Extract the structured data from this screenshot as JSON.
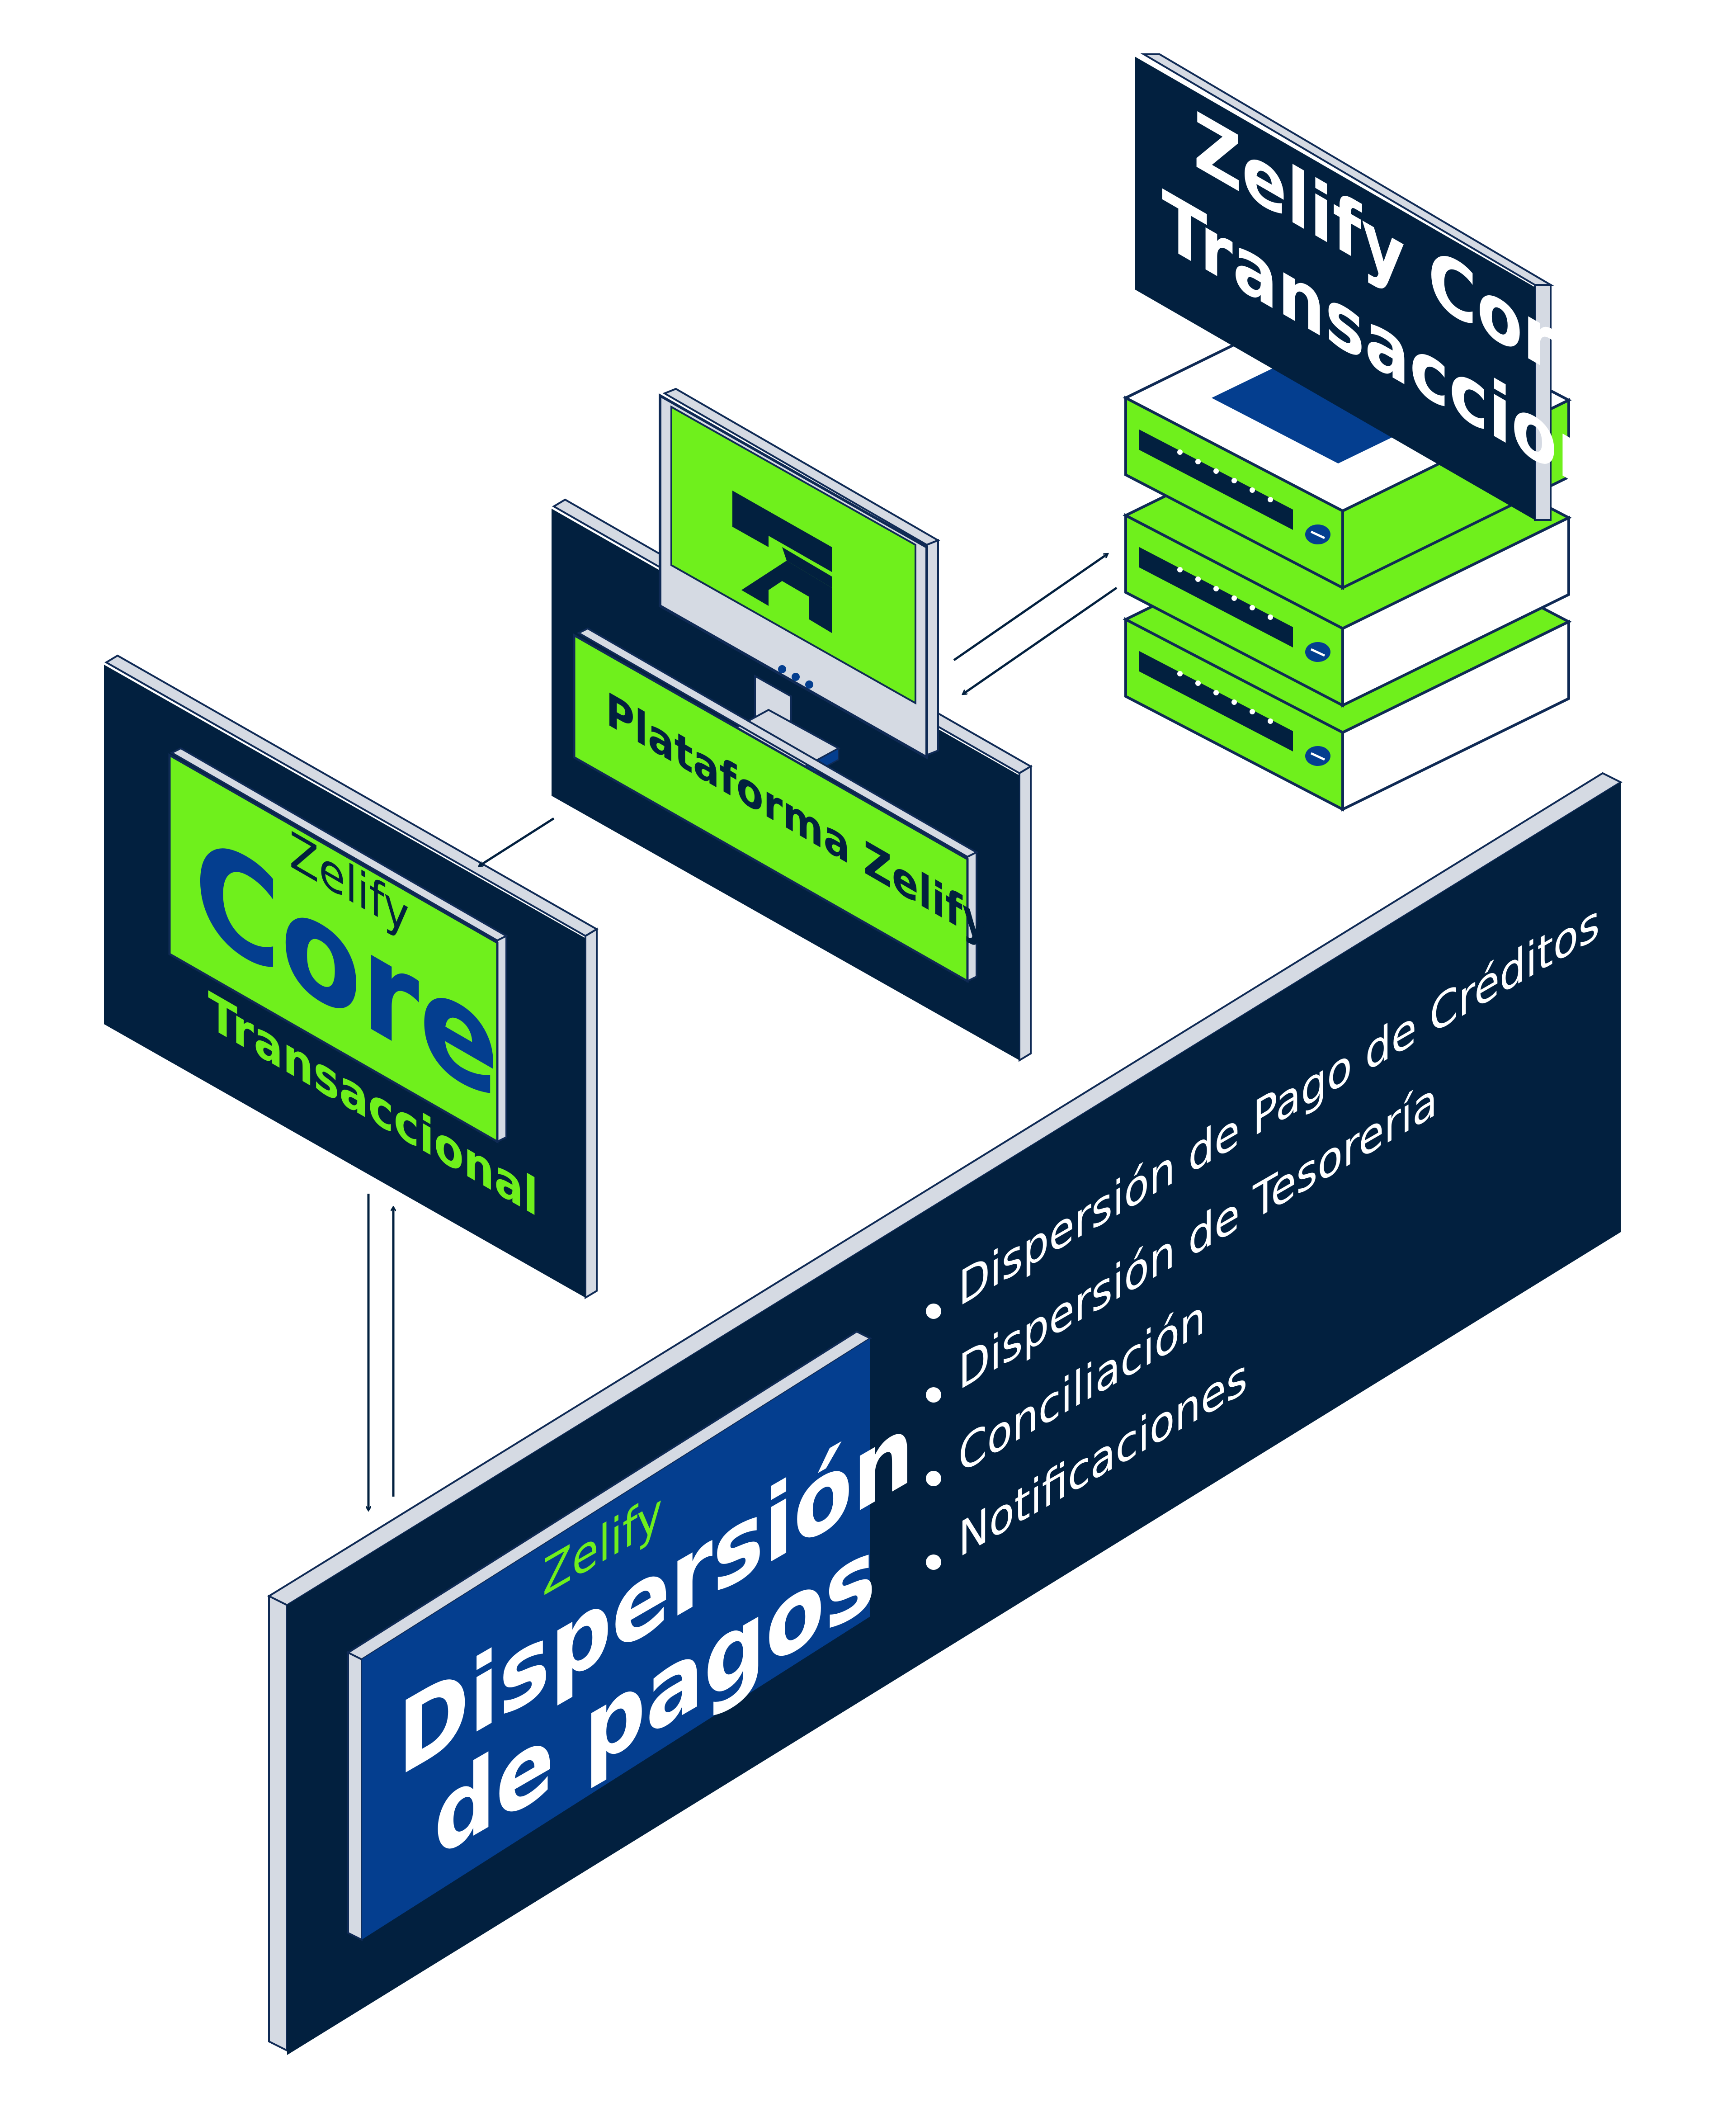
{
  "colors": {
    "navy": "#02203f",
    "lime": "#6ff01c",
    "royal": "#043e8f",
    "silver": "#d5dae3",
    "outline": "#0f2a55",
    "white": "#ffffff"
  },
  "server": {
    "label_line1": "Zelify Core",
    "label_line2": "Transaccional"
  },
  "platform": {
    "logo": "zelify-logo-icon",
    "label": "Plataforma Zelify"
  },
  "core": {
    "brand": "Zelify",
    "name": "Core",
    "subtitle": "Transaccional"
  },
  "dispersion": {
    "brand": "Zelify",
    "title_line1": "Dispersión",
    "title_line2": "de pagos",
    "features": [
      "Dispersión de Pago de Créditos",
      "Dispersión de Tesorería",
      "Conciliación",
      "Notificaciones"
    ]
  }
}
